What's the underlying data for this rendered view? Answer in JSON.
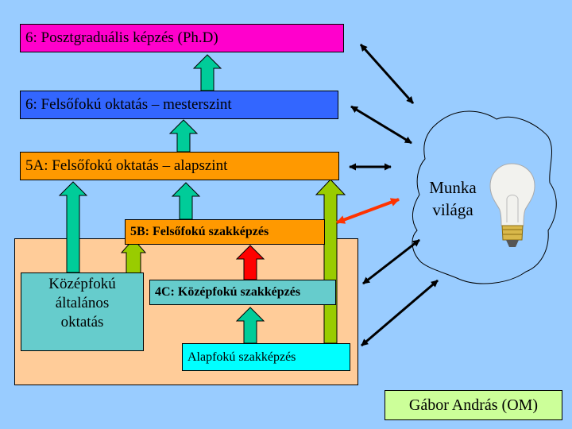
{
  "levels": {
    "phd": "6: Posztgraduális képzés (Ph.D)",
    "master": "6: Felsőfokú oktatás – mesterszint",
    "bachelor": "5A: Felsőfokú oktatás – alapszint",
    "vocational_higher": "5B: Felsőfokú szakképzés",
    "general_secondary": [
      "Középfokú",
      "általános",
      "oktatás"
    ],
    "vocational_secondary": "4C: Középfokú szakképzés",
    "basic_vocational": "Alapfokú szakképzés"
  },
  "labour_market": {
    "label": [
      "Munka",
      "világa"
    ],
    "icon": "light-bulb-icon"
  },
  "author": "Gábor András (OM)",
  "colors": {
    "background": "#99ccff",
    "phd": "#ff00cc",
    "master": "#3366ff",
    "bachelor": "#ff9900",
    "secondary_region": "#ffcc99",
    "general_secondary": "#66cccc",
    "basic_vocational": "#00ffff",
    "author_box": "#ccff99",
    "arrow_teal": "#00cc99",
    "arrow_green": "#99cc00",
    "arrow_red": "#ff0000",
    "arrow_orange_red": "#ff3300"
  }
}
